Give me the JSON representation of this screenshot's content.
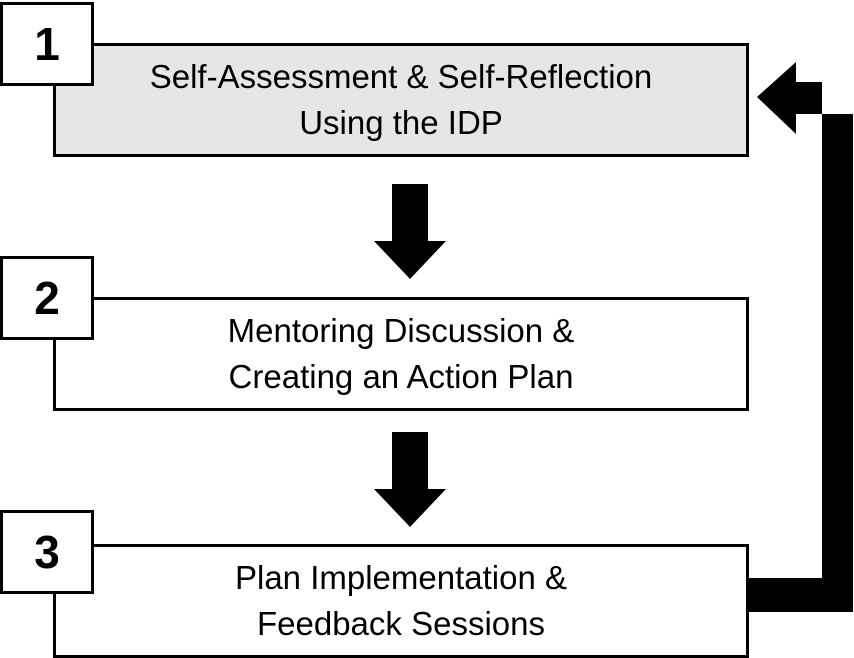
{
  "colors": {
    "step_1_fill": "#e6e6e6",
    "step_fill": "#ffffff",
    "outline": "#000000",
    "arrow": "#000000"
  },
  "steps": [
    {
      "number": "1",
      "line1": "Self-Assessment & Self-Reflection",
      "line2": "Using the IDP"
    },
    {
      "number": "2",
      "line1": "Mentoring Discussion &",
      "line2": "Creating an Action Plan"
    },
    {
      "number": "3",
      "line1": "Plan Implementation &",
      "line2": "Feedback Sessions"
    }
  ]
}
